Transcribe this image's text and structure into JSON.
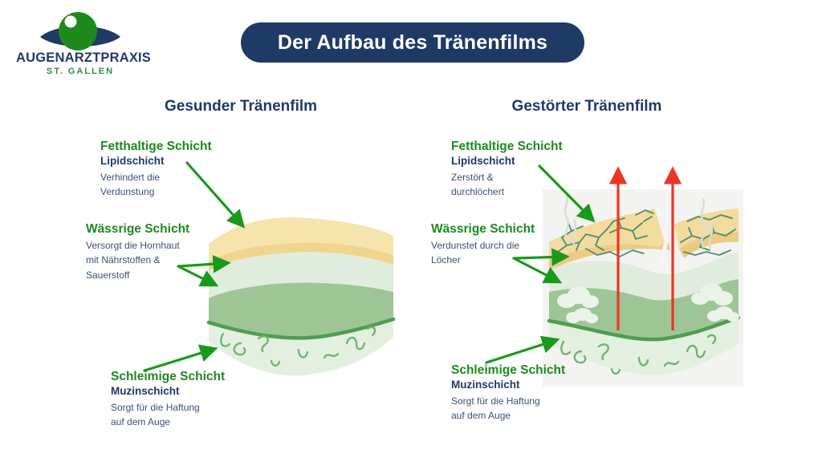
{
  "logo": {
    "practice_name": "AUGENARZTPRAXIS",
    "location": "ST. GALLEN"
  },
  "title_banner": {
    "text": "Der Aufbau des Tränenfilms"
  },
  "palette": {
    "navy": "#203A66",
    "label_green": "#1E8A1E",
    "arrow_green": "#1A9A1A",
    "evaporation_red": "#EE3424",
    "lipid_yellow": "#F6E4AD",
    "lipid_yellow_dark": "#F0D48E",
    "aqueous_pale_green": "#DFECDE",
    "aqueous_green": "#9DC595",
    "mucin_line_green": "#4F9D50",
    "mucin_pale": "#E4F0DF",
    "backdrop_gray": "#F3F3F1"
  },
  "columns": {
    "healthy": {
      "heading": "Gesunder Tränenfilm",
      "labels": [
        {
          "name": "Fetthaltige Schicht",
          "subname": "Lipidschicht",
          "description": "Verhindert die\nVerdunstung"
        },
        {
          "name": "Wässrige Schicht",
          "subname": "",
          "description": "Versorgt die Hornhaut\nmit Nährstoffen &\nSauerstoff"
        },
        {
          "name": "Schleimige Schicht",
          "subname": "Muzinschicht",
          "description": "Sorgt für die Haftung\nauf dem Auge"
        }
      ]
    },
    "disturbed": {
      "heading": "Gestörter Tränenfilm",
      "labels": [
        {
          "name": "Fetthaltige Schicht",
          "subname": "Lipidschicht",
          "description": "Zerstört &\ndurchlöchert"
        },
        {
          "name": "Wässrige Schicht",
          "subname": "",
          "description": "Verdunstet durch die\nLöcher"
        },
        {
          "name": "Schleimige Schicht",
          "subname": "Muzinschicht",
          "description": "Sorgt für die Haftung\nauf dem Auge"
        }
      ]
    }
  }
}
